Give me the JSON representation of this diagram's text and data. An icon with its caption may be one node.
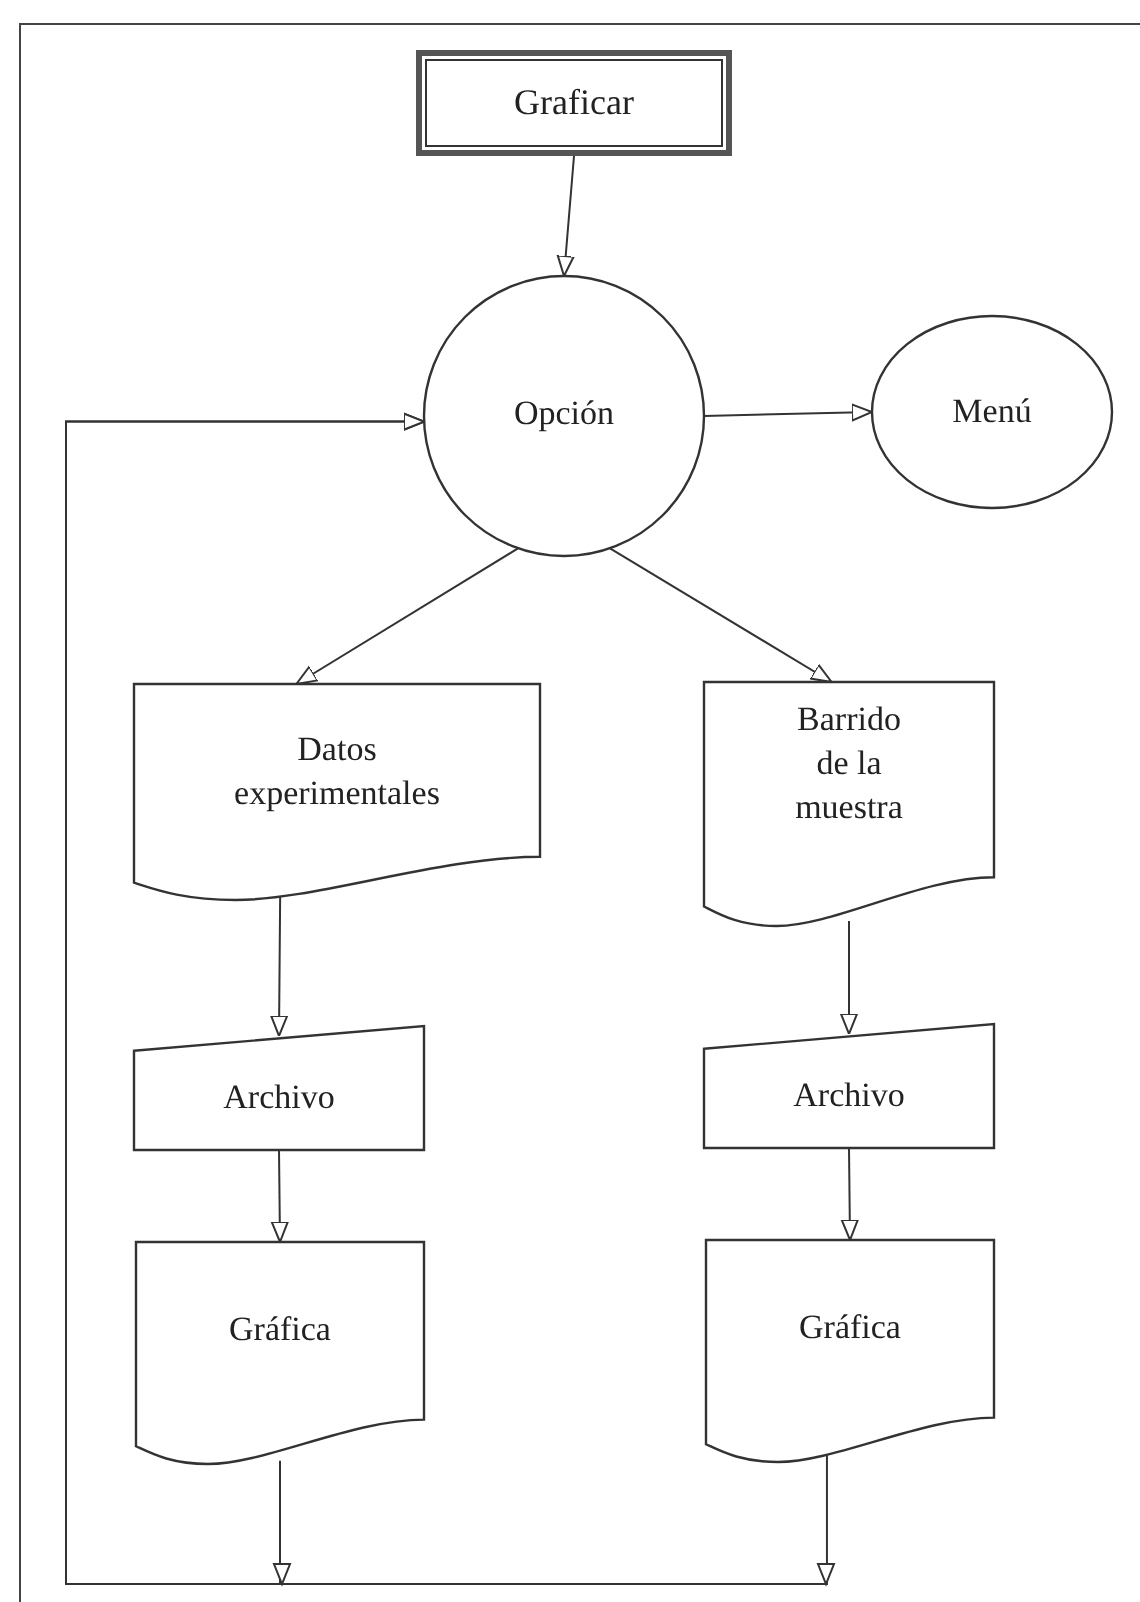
{
  "diagram": {
    "nodes": [
      {
        "text": [
          "Graficar"
        ]
      },
      {
        "text": [
          "Opción"
        ]
      },
      {
        "text": [
          "Menú"
        ]
      },
      {
        "text": [
          "Datos experimentales"
        ]
      },
      {
        "text": [
          "Barrido de la muestra"
        ]
      },
      {
        "text": [
          "Archivo"
        ]
      },
      {
        "text": [
          "Archivo"
        ]
      },
      {
        "text": [
          "Gráfica"
        ]
      },
      {
        "text": [
          "Gráfica"
        ]
      }
    ],
    "edges": [
      {
        "from": 0,
        "to": 1,
        "arrow": "to"
      },
      {
        "from": 1,
        "to": 2,
        "arrow": "to"
      },
      {
        "from": 1,
        "to": 3,
        "arrow": "to"
      },
      {
        "from": 1,
        "to": 4,
        "arrow": "to"
      },
      {
        "from": 3,
        "to": 5,
        "arrow": "to"
      },
      {
        "from": 4,
        "to": 6,
        "arrow": "to"
      },
      {
        "from": 5,
        "to": 7,
        "arrow": "to"
      },
      {
        "from": 6,
        "to": 8,
        "arrow": "to"
      },
      {
        "from": 7,
        "to": 1,
        "arrow": "to"
      },
      {
        "from": 8,
        "to": 1,
        "arrow": "to"
      }
    ]
  }
}
